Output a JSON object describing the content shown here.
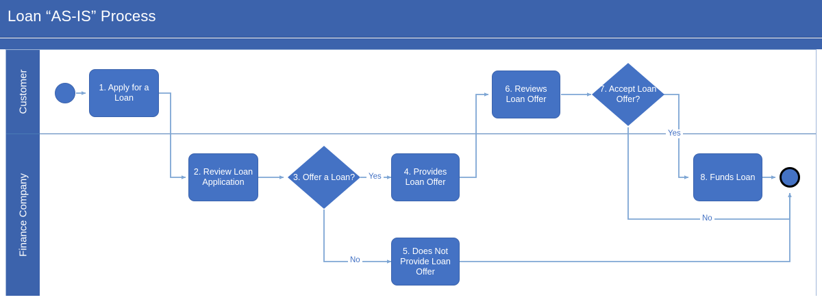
{
  "title": "Loan “AS-IS” Process",
  "theme": {
    "header_blue": "#3c63ac",
    "node_blue": "#4472c4",
    "connector_blue": "#7ea6d4",
    "lane_border": "#9fb6d8",
    "end_event_ring": "#000000",
    "text_white": "#ffffff"
  },
  "lanes": [
    {
      "id": "customer",
      "label": "Customer"
    },
    {
      "id": "finance",
      "label": "Finance Company"
    }
  ],
  "nodes": [
    {
      "id": "start",
      "type": "start-event",
      "label": "",
      "lane": "customer"
    },
    {
      "id": "task1",
      "type": "task",
      "label": "1. Apply for a Loan",
      "lane": "customer"
    },
    {
      "id": "task2",
      "type": "task",
      "label": "2. Review Loan Application",
      "lane": "finance"
    },
    {
      "id": "gw3",
      "type": "gateway",
      "label": "3. Offer a Loan?",
      "lane": "finance"
    },
    {
      "id": "task4",
      "type": "task",
      "label": "4. Provides Loan Offer",
      "lane": "finance"
    },
    {
      "id": "task5",
      "type": "task",
      "label": "5. Does Not Provide Loan Offer",
      "lane": "finance"
    },
    {
      "id": "task6",
      "type": "task",
      "label": "6. Reviews Loan Offer",
      "lane": "customer"
    },
    {
      "id": "gw7",
      "type": "gateway",
      "label": "7. Accept Loan Offer?",
      "lane": "customer"
    },
    {
      "id": "task8",
      "type": "task",
      "label": "8. Funds Loan",
      "lane": "finance"
    },
    {
      "id": "end",
      "type": "end-event",
      "label": "",
      "lane": "finance"
    }
  ],
  "edge_labels": {
    "gw3_yes": "Yes",
    "gw3_no": "No",
    "gw7_yes": "Yes",
    "gw7_no": "No"
  },
  "flows": [
    {
      "from": "start",
      "to": "task1",
      "label": ""
    },
    {
      "from": "task1",
      "to": "task2",
      "label": ""
    },
    {
      "from": "task2",
      "to": "gw3",
      "label": ""
    },
    {
      "from": "gw3",
      "to": "task4",
      "label": "Yes"
    },
    {
      "from": "gw3",
      "to": "task5",
      "label": "No"
    },
    {
      "from": "task4",
      "to": "task6",
      "label": ""
    },
    {
      "from": "task6",
      "to": "gw7",
      "label": ""
    },
    {
      "from": "gw7",
      "to": "task8",
      "label": "Yes"
    },
    {
      "from": "gw7",
      "to": "end",
      "label": "No"
    },
    {
      "from": "task5",
      "to": "end",
      "label": ""
    },
    {
      "from": "task8",
      "to": "end",
      "label": ""
    }
  ]
}
